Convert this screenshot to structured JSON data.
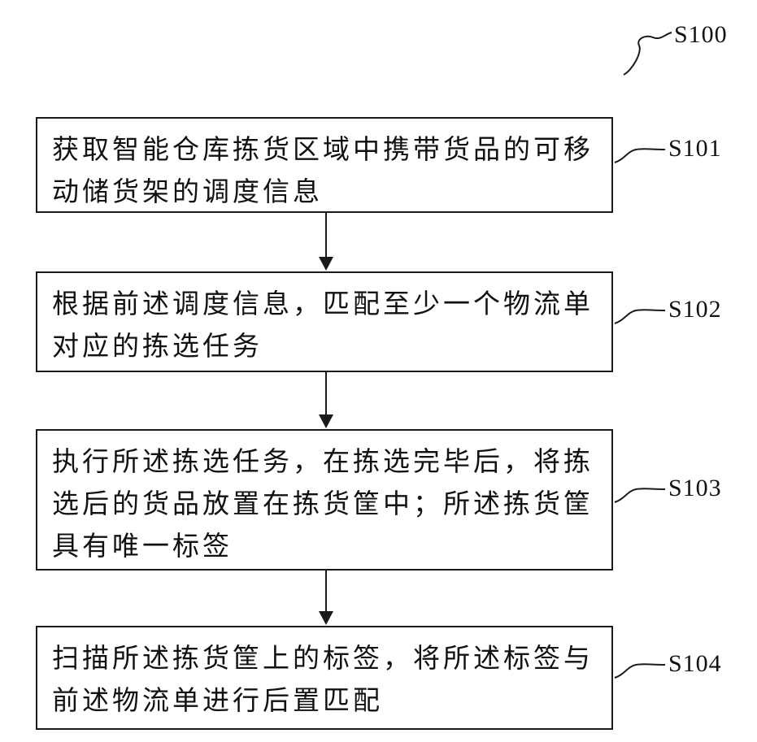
{
  "diagram": {
    "overall_label": "S100",
    "steps": [
      {
        "id": "S101",
        "lines": [
          "获取智能仓库拣货区域中携带货品的可移",
          "动储货架的调度信息"
        ]
      },
      {
        "id": "S102",
        "lines": [
          "根据前述调度信息，匹配至少一个物流单",
          "对应的拣选任务"
        ]
      },
      {
        "id": "S103",
        "lines": [
          "执行所述拣选任务，在拣选完毕后，将拣",
          "选后的货品放置在拣货筐中；所述拣货筐",
          "具有唯一标签"
        ]
      },
      {
        "id": "S104",
        "lines": [
          "扫描所述拣货筐上的标签，将所述标签与",
          "前述物流单进行后置匹配"
        ]
      }
    ]
  }
}
